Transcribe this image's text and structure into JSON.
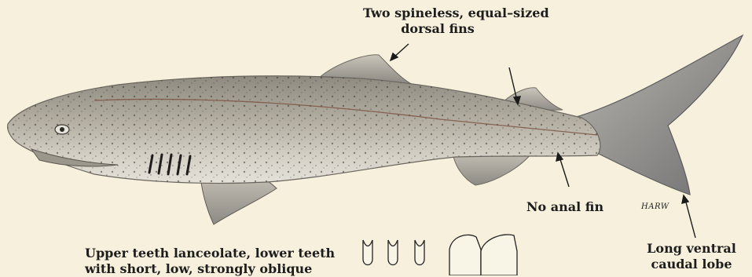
{
  "annotations": {
    "dorsal_fins": [
      "Two spineless, equal–sized",
      "dorsal fins"
    ],
    "anal_fin": [
      "No anal fin"
    ],
    "caudal_lobe": [
      "Long ventral",
      "caudal lobe"
    ],
    "teeth": [
      "Upper teeth lanceolate, lower teeth",
      "with short, low, strongly oblique"
    ]
  },
  "signature": "HARW",
  "colors": {
    "background": "#f6f0dc",
    "body": "#b7b1a2",
    "belly": "#dedbd2",
    "spots": "#2c2a27",
    "arrow": "#1a1a1a"
  }
}
